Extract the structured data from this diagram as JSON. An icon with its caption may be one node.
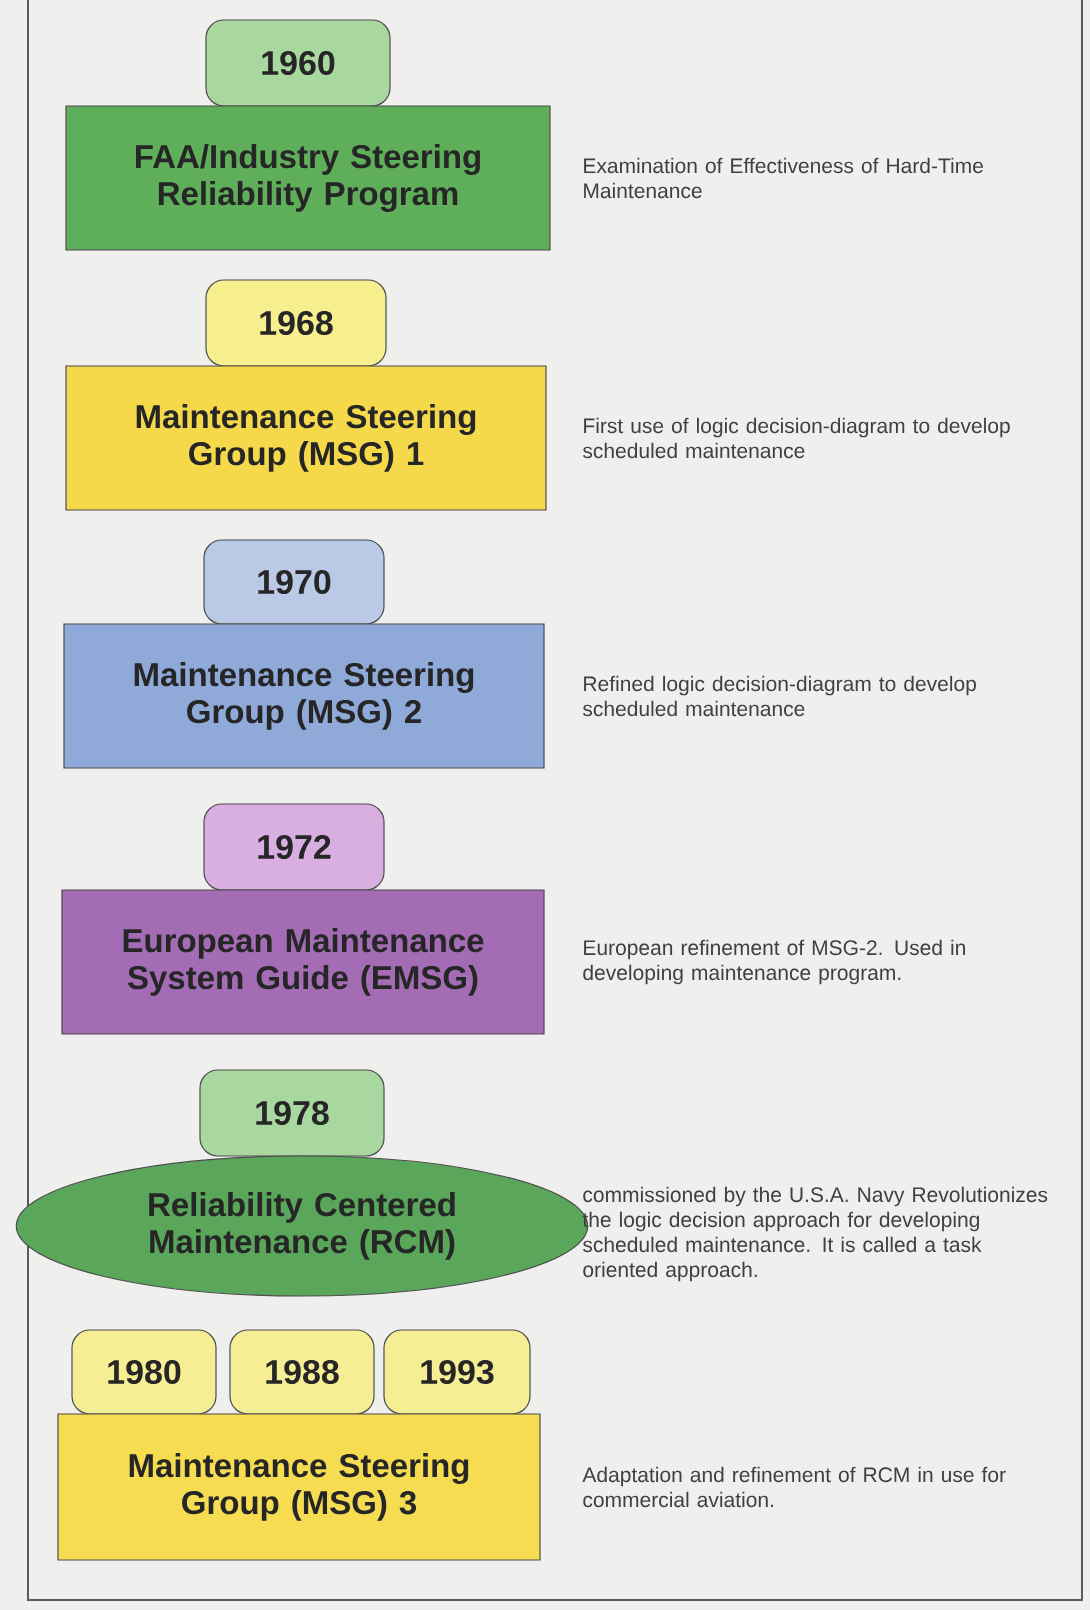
{
  "diagram": {
    "nodes": [
      {
        "text": [
          "1960"
        ]
      },
      {
        "text": [
          "FAA/Industry Steering Reliability Program"
        ],
        "beside": [
          "Examination of Effectiveness of Hard-Time Maintenance"
        ]
      },
      {
        "text": [
          "1968"
        ]
      },
      {
        "text": [
          "Maintenance Steering Group (MSG) 1"
        ],
        "beside": [
          "First use of logic decision-diagram to develop scheduled maintenance"
        ]
      },
      {
        "text": [
          "1970"
        ]
      },
      {
        "text": [
          "Maintenance Steering Group (MSG) 2"
        ],
        "beside": [
          "Refined logic decision-diagram to develop scheduled maintenance"
        ]
      },
      {
        "text": [
          "1972"
        ]
      },
      {
        "text": [
          "European Maintenance System Guide (EMSG)"
        ],
        "beside": [
          "European refinement of MSG-2. Used in developing maintenance program."
        ]
      },
      {
        "text": [
          "1978"
        ]
      },
      {
        "text": [
          "Reliability Centered Maintenance (RCM)"
        ],
        "beside": [
          "commissioned by the U.S.A. Navy Revolutionizes the logic decision approach for developing scheduled maintenance. It is called a task oriented approach."
        ]
      },
      {
        "text": [
          "1980"
        ]
      },
      {
        "text": [
          "1988"
        ]
      },
      {
        "text": [
          "1993"
        ]
      },
      {
        "text": [
          "Maintenance Steering Group (MSG) 3"
        ],
        "beside": [
          "Adaptation and refinement of RCM in use for commercial aviation."
        ]
      }
    ]
  }
}
